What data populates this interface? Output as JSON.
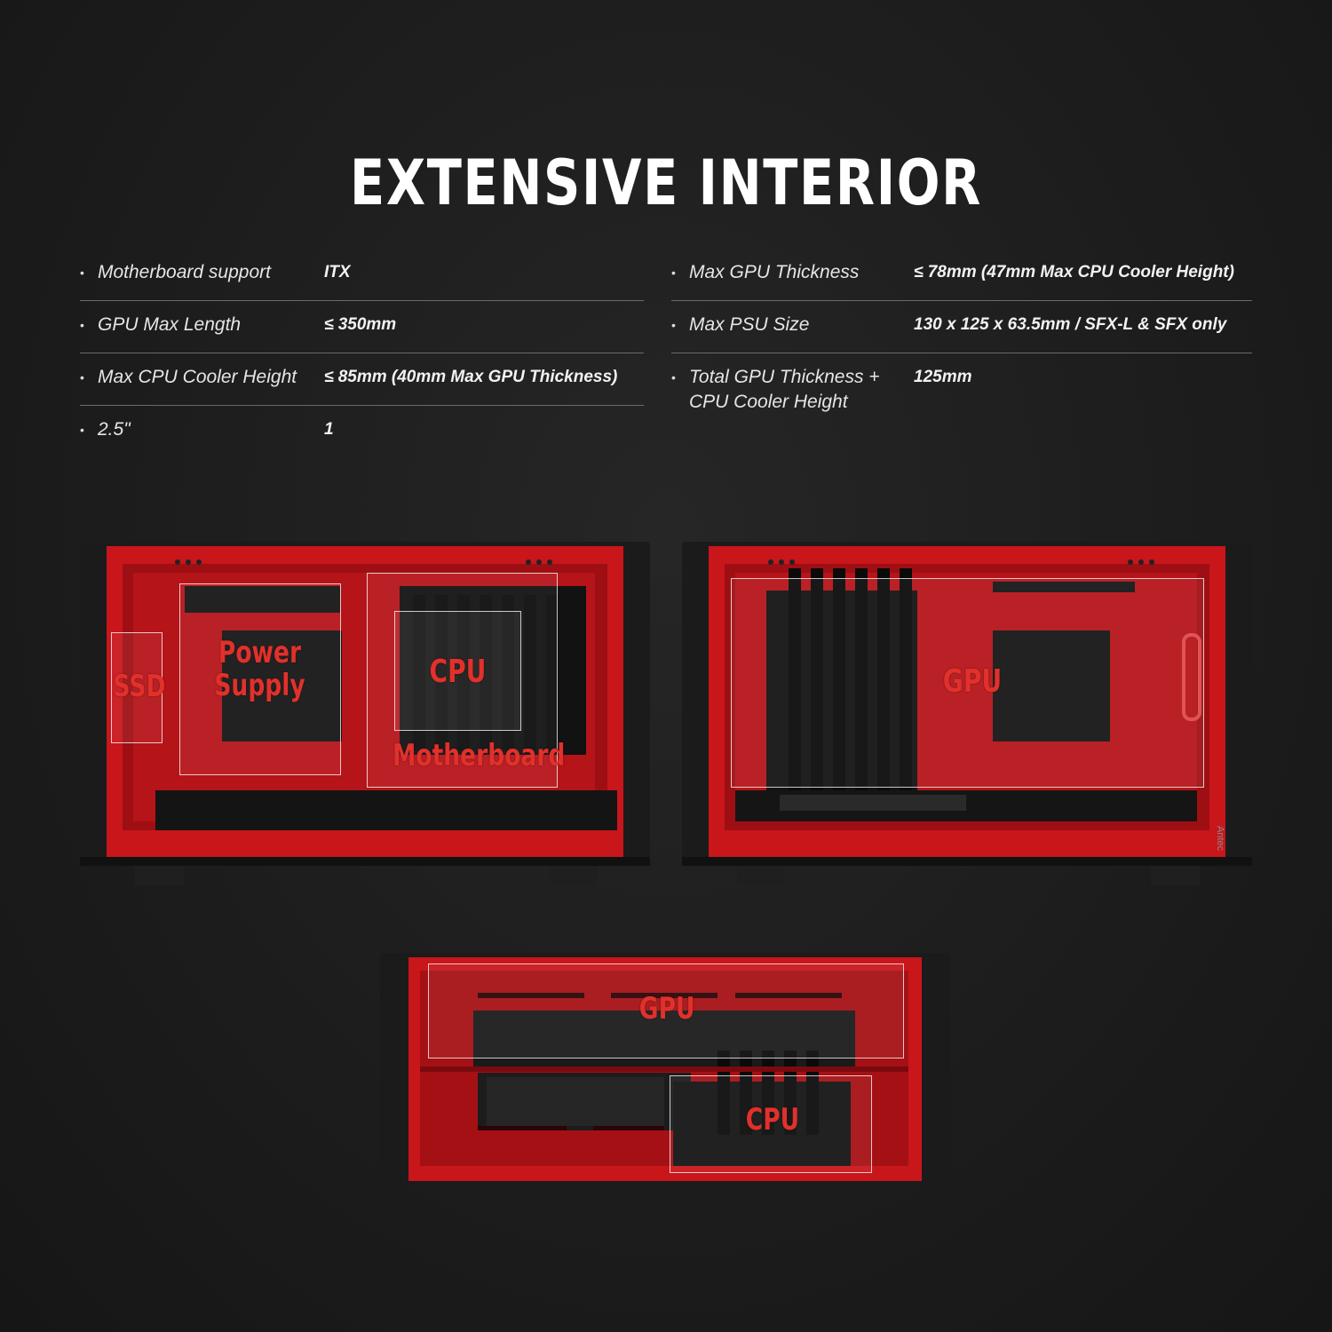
{
  "title": "EXTENSIVE INTERIOR",
  "specs_left": [
    {
      "label": "Motherboard support",
      "value": "ITX"
    },
    {
      "label": "GPU Max Length",
      "value": "≤ 350mm"
    },
    {
      "label": "Max CPU Cooler Height",
      "value": "≤ 85mm (40mm Max GPU Thickness)"
    },
    {
      "label": "2.5\"",
      "value": "1"
    }
  ],
  "specs_right": [
    {
      "label": "Max GPU Thickness",
      "value": "≤ 78mm (47mm Max CPU Cooler Height)"
    },
    {
      "label": "Max PSU Size",
      "value": "130 x 125 x 63.5mm / SFX-L & SFX only"
    },
    {
      "label": "Total GPU Thickness + CPU Cooler Height",
      "value": "125mm"
    }
  ],
  "bullet": "•",
  "case_left_zones": {
    "ssd": "SSD",
    "psu": "Power\nSupply",
    "cpu": "CPU",
    "motherboard": "Motherboard"
  },
  "case_right_zones": {
    "gpu": "GPU",
    "brand": "Antec"
  },
  "case_bottom_zones": {
    "gpu": "GPU",
    "cpu": "CPU"
  },
  "colors": {
    "accent_red": "#e2302b",
    "case_red": "#c8161b",
    "frame_black": "#1b1b1b"
  }
}
